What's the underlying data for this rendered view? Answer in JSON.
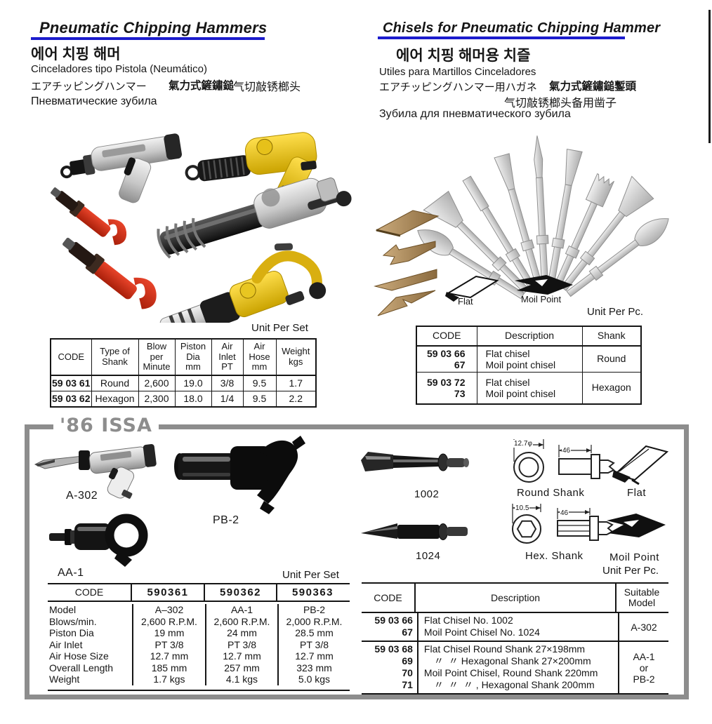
{
  "colors": {
    "accent_blue": "#1c1ccd",
    "frame_gray": "#8d8d8d"
  },
  "left": {
    "title": "Pneumatic Chipping Hammers",
    "korean": "에어 치핑 해머",
    "spanish": "Cinceladores tipo Pistola (Neumático)",
    "japanese": "エアチッピングハンマー",
    "chinese_traditional": "氣力式鏟鏽鎚",
    "chinese_simplified": "气切敲锈榔头",
    "russian": "Пневматические зубила",
    "unit_note": "Unit Per Set",
    "table": {
      "headers": [
        "CODE",
        "Type of\nShank",
        "Blow\nper\nMinute",
        "Piston\nDia\nmm",
        "Air\nInlet\nPT",
        "Air\nHose\nmm",
        "Weight\nkgs"
      ],
      "rows": [
        [
          "59 03 61",
          "Round",
          "2,600",
          "19.0",
          "3/8",
          "9.5",
          "1.7"
        ],
        [
          "59 03 62",
          "Hexagon",
          "2,300",
          "18.0",
          "1/4",
          "9.5",
          "2.2"
        ]
      ]
    }
  },
  "right": {
    "title": "Chisels for Pneumatic Chipping Hammer",
    "korean": "에어 치핑 해머용 치즐",
    "spanish": "Utiles para Martillos Cinceladores",
    "japanese": "エアチッピングハンマー用ハガネ",
    "chinese_traditional": "氣力式鏟鏽鎚鏨頭",
    "chinese_simplified": "气切敲锈榔头备用凿子",
    "russian": "Зубила для пневматического зубила",
    "fan_labels": {
      "flat": "Flat",
      "moil": "Moil Point"
    },
    "unit_note": "Unit Per Pc.",
    "table": {
      "headers": [
        "CODE",
        "Description",
        "Shank"
      ],
      "rows": [
        {
          "code": "59 03 66\n67",
          "description": "Flat chisel\nMoil point chisel",
          "shank": "Round"
        },
        {
          "code": "59 03 72\n73",
          "description": "Flat chisel\nMoil point chisel",
          "shank": "Hexagon"
        }
      ]
    }
  },
  "issa": {
    "label": "'86 ISSA",
    "hammers": {
      "unit_note": "Unit Per Set",
      "models": [
        "A-302",
        "PB-2",
        "AA-1"
      ],
      "table": {
        "corner": "CODE",
        "codes": [
          "590361",
          "590362",
          "590363"
        ],
        "spec_labels": "Model\nBlows/min.\nPiston Dia\nAir Inlet\nAir Hose Size\nOverall Length\nWeight",
        "specs": [
          "A–302\n2,600 R.P.M.\n19 mm\nPT 3/8\n12.7 mm\n185 mm\n1.7 kgs",
          "AA-1\n2,600 R.P.M.\n24 mm\nPT 3/8\n12.7 mm\n257 mm\n4.1 kgs",
          "PB-2\n2,000 R.P.M.\n28.5 mm\nPT 3/8\n12.7 mm\n323 mm\n5.0 kgs"
        ]
      }
    },
    "chisels": {
      "unit_note": "Unit Per Pc.",
      "figures": {
        "c1002": "1002",
        "c1024": "1024",
        "round_shank": "Round Shank",
        "hex_shank": "Hex. Shank",
        "flat": "Flat",
        "moil": "Moil Point",
        "dim_round_dia": "12.7φ",
        "dim_round_len": "46",
        "dim_hex_dia": "10.5",
        "dim_hex_len": "46"
      },
      "table": {
        "headers": [
          "CODE",
          "Description",
          "Suitable\nModel"
        ],
        "rows": [
          {
            "code": "59 03 66\n67",
            "description": "Flat Chisel No. 1002\nMoil Point Chisel No. 1024",
            "model": "A-302"
          },
          {
            "code": "59 03 68\n69\n70\n71",
            "description": "Flat Chisel Round Shank 27×198mm\n 〃 〃 Hexagonal Shank 27×200mm\nMoil Point Chisel, Round Shank 220mm\n 〃 〃 〃 , Hexagonal Shank 200mm",
            "model": "AA-1\nor\nPB-2"
          }
        ]
      }
    }
  }
}
